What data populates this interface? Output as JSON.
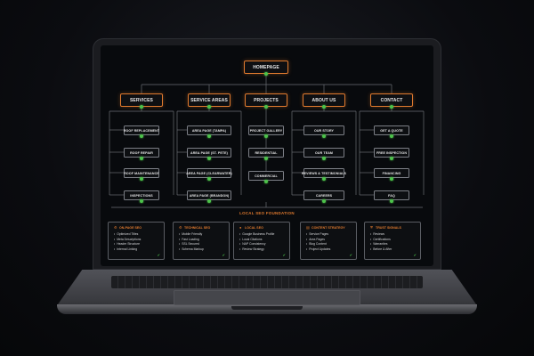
{
  "homepage": "HOMEPAGE",
  "columns": [
    {
      "label": "SERVICES",
      "children": [
        "ROOF REPLACEMENT",
        "ROOF REPAIR",
        "ROOF MAINTENANCE",
        "INSPECTIONS"
      ]
    },
    {
      "label": "SERVICE AREAS",
      "children": [
        "AREA PAGE (TAMPA)",
        "AREA PAGE (ST. PETE)",
        "AREA PAGE (CLEARWATER)",
        "AREA PAGE (BRANDON)"
      ]
    },
    {
      "label": "PROJECTS",
      "children": [
        "PROJECT GALLERY",
        "RESIDENTIAL",
        "COMMERCIAL"
      ]
    },
    {
      "label": "ABOUT US",
      "children": [
        "OUR STORY",
        "OUR TEAM",
        "REVIEWS & TESTIMONIALS",
        "CAREERS"
      ]
    },
    {
      "label": "CONTACT",
      "children": [
        "GET A QUOTE",
        "FREE INSPECTION",
        "FINANCING",
        "FAQ"
      ]
    }
  ],
  "foundation_label": "LOCAL SEO FOUNDATION",
  "cards": [
    {
      "title": "ON-PAGE SEO",
      "icon": "gear-icon",
      "items": [
        "Optimized Titles",
        "Meta Descriptions",
        "Header Structure",
        "Internal Linking"
      ]
    },
    {
      "title": "TECHNICAL SEO",
      "icon": "gear-icon",
      "items": [
        "Mobile Friendly",
        "Fast Loading",
        "SSL Secured",
        "Schema Markup"
      ]
    },
    {
      "title": "LOCAL SEO",
      "icon": "pin-icon",
      "items": [
        "Google Business Profile",
        "Local Citations",
        "NAP Consistency",
        "Review Strategy"
      ]
    },
    {
      "title": "CONTENT STRATEGY",
      "icon": "document-icon",
      "items": [
        "Service Pages",
        "Area Pages",
        "Blog Content",
        "Project Updates"
      ]
    },
    {
      "title": "TRUST SIGNALS",
      "icon": "shield-icon",
      "items": [
        "Reviews",
        "Certifications",
        "Warranties",
        "Before & After"
      ]
    }
  ],
  "colors": {
    "accent": "#e07a2e",
    "check": "#4cc24a",
    "border": "#7c7f86"
  }
}
